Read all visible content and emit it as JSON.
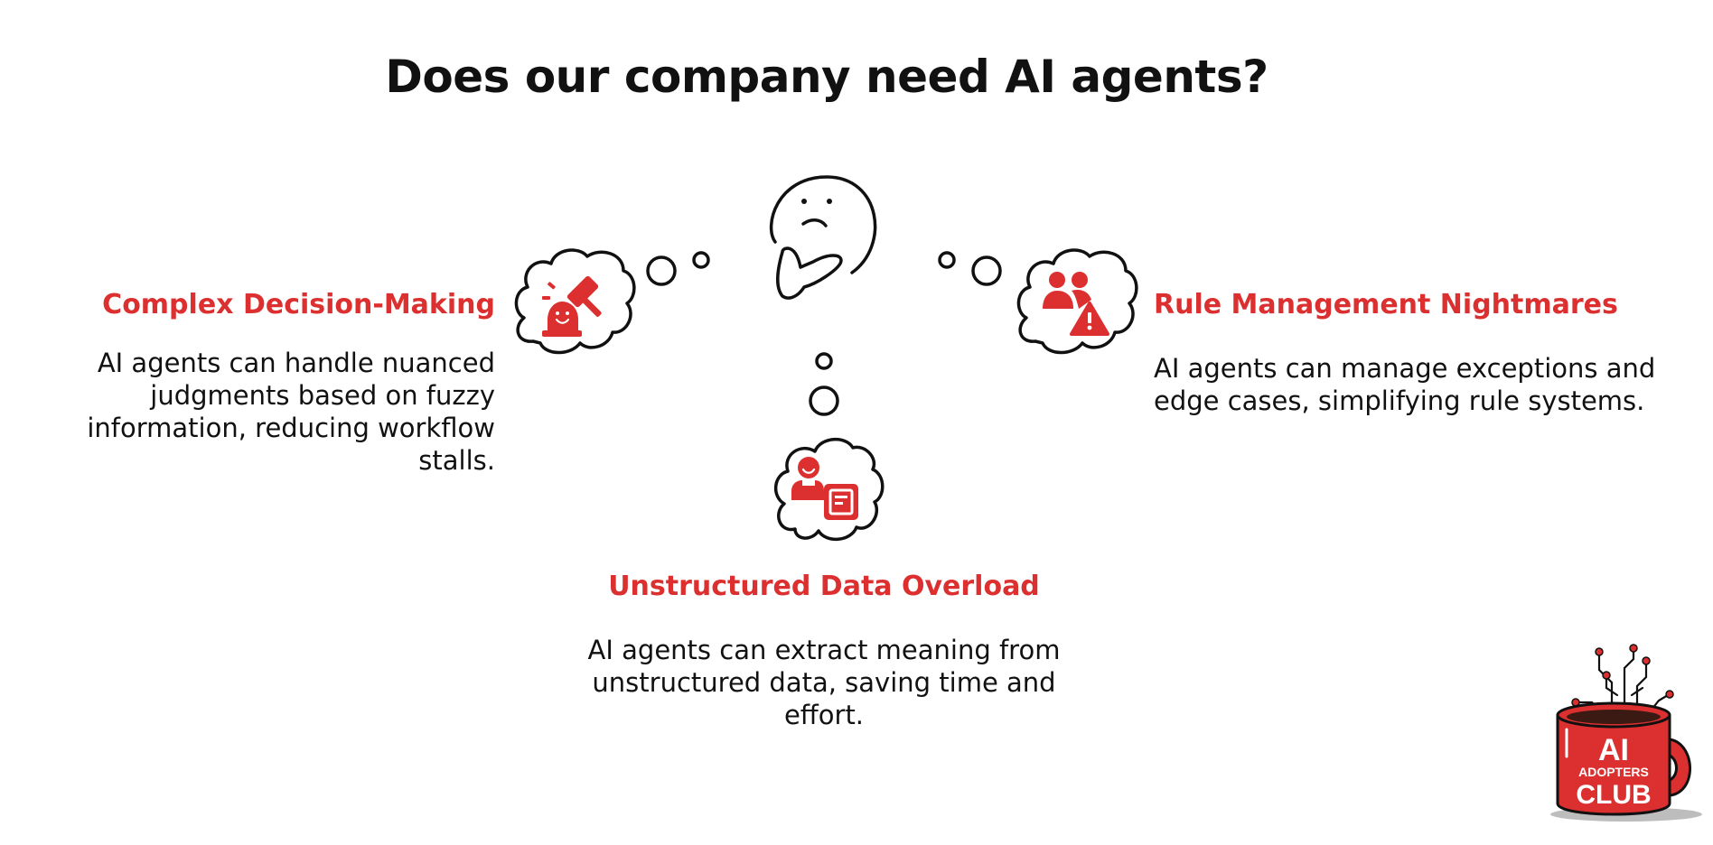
{
  "title": "Does our company need AI agents?",
  "accent_color": "#dc2f2f",
  "left": {
    "heading": "Complex Decision-Making",
    "description": "AI agents can handle nuanced judgments based on fuzzy information, reducing workflow stalls.",
    "icon": "gavel-person-icon"
  },
  "right": {
    "heading": "Rule Management Nightmares",
    "description": "AI agents can manage exceptions and edge cases, simplifying rule systems.",
    "icon": "people-warning-icon"
  },
  "bottom": {
    "heading": "Unstructured Data Overload",
    "description": "AI agents can extract meaning from unstructured data, saving time and effort.",
    "icon": "person-document-icon"
  },
  "center_icon": "thinking-face-icon",
  "logo": {
    "line1": "AI",
    "line2": "ADOPTERS",
    "line3": "CLUB"
  }
}
